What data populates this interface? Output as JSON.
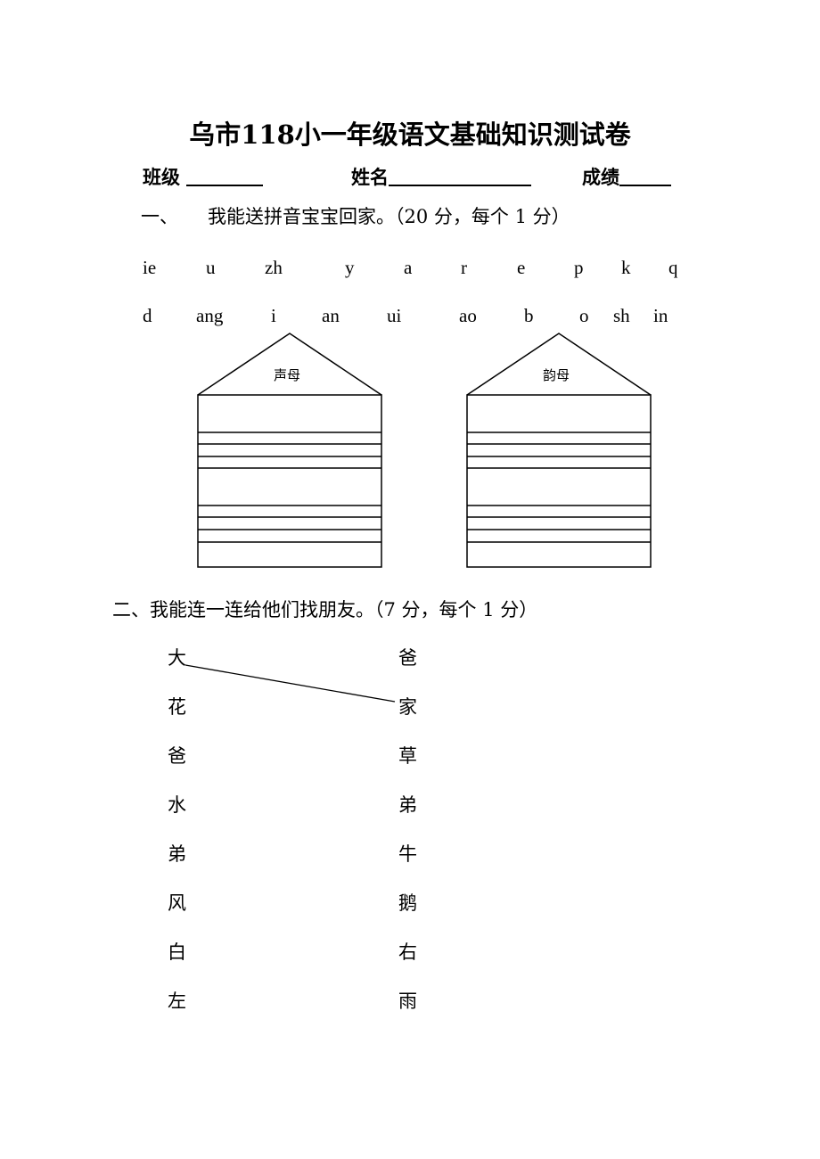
{
  "title": "乌市118小一年级语文基础知识测试卷",
  "header": {
    "class_label": "班级",
    "name_label": "姓名",
    "score_label": "成绩"
  },
  "q1": {
    "number": "一、",
    "text": "我能送拼音宝宝回家。（20 分，每个 1 分）",
    "row1": [
      "ie",
      "u",
      "zh",
      "y",
      "a",
      "r",
      "e",
      "p",
      "k",
      "q"
    ],
    "row2": [
      "d",
      "ang",
      "i",
      "an",
      "ui",
      "ao",
      "b",
      "o",
      "sh",
      "in"
    ],
    "house_left": "声母",
    "house_right": "韵母"
  },
  "q2": {
    "text": "二、我能连一连给他们找朋友。（7 分，每个 1 分）",
    "left": [
      "大",
      "花",
      "爸",
      "水",
      "弟",
      "风",
      "白",
      "左"
    ],
    "right": [
      "爸",
      "家",
      "草",
      "弟",
      "牛",
      "鹅",
      "右",
      "雨"
    ]
  }
}
